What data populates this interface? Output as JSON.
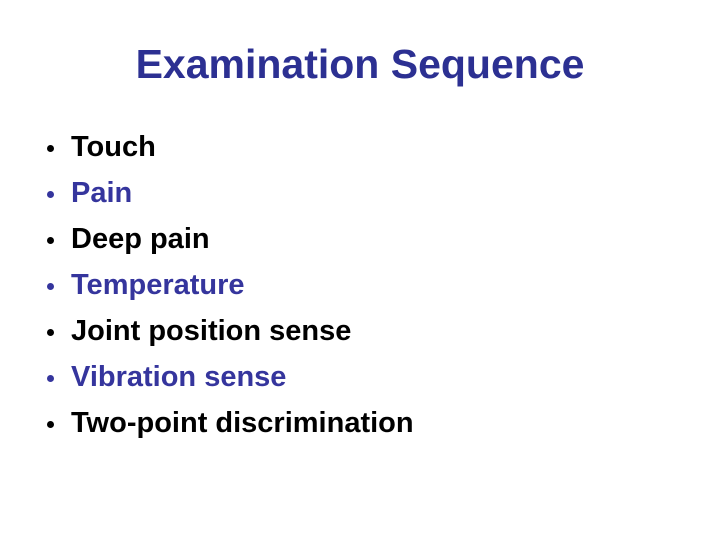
{
  "slide": {
    "title": "Examination Sequence",
    "title_color": "#2C3092",
    "background_color": "#ffffff"
  },
  "list": {
    "items": [
      {
        "label": "Touch",
        "color": "#000000"
      },
      {
        "label": "Pain",
        "color": "#35359D"
      },
      {
        "label": "Deep pain",
        "color": "#000000"
      },
      {
        "label": "Temperature",
        "color": "#35359D"
      },
      {
        "label": "Joint position sense",
        "color": "#000000"
      },
      {
        "label": "Vibration sense",
        "color": "#35359D"
      },
      {
        "label": "Two-point discrimination",
        "color": "#000000"
      }
    ]
  }
}
